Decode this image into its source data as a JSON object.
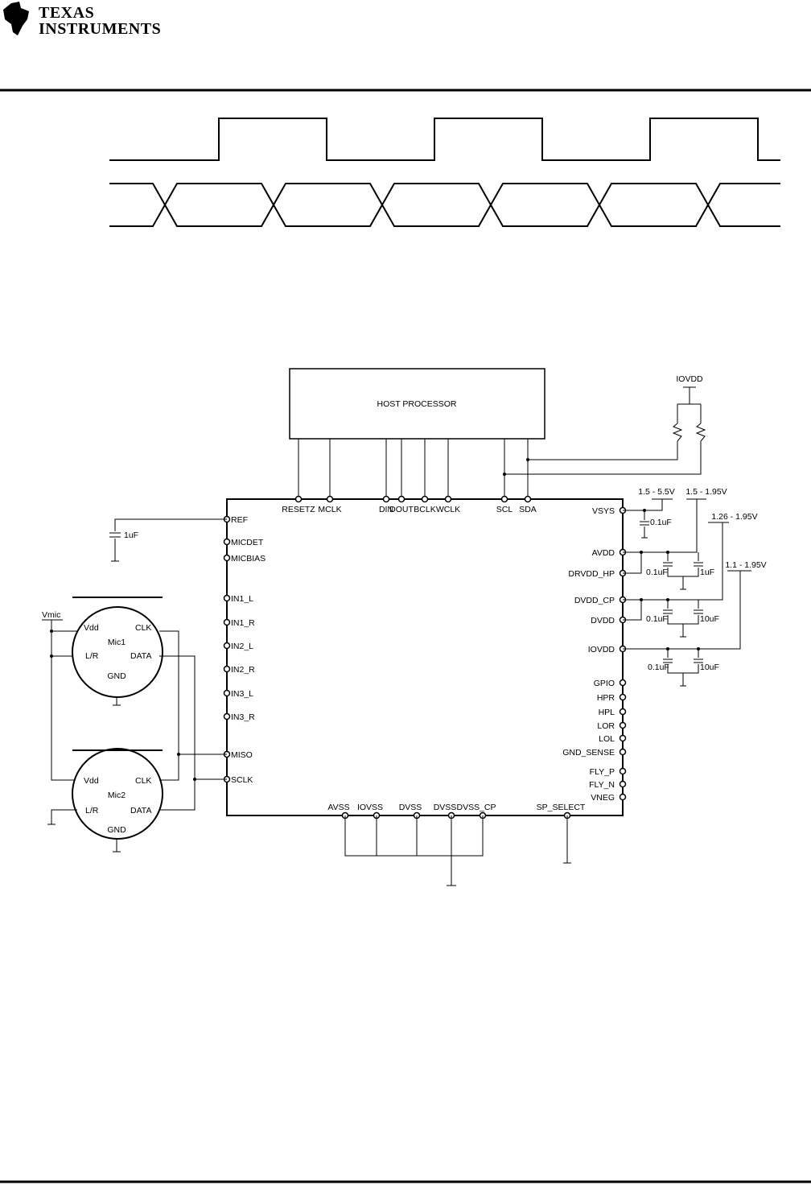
{
  "header": {
    "logo_line1": "Texas",
    "logo_line2": "Instruments"
  },
  "diagram": {
    "host_label": "HOST PROCESSOR",
    "iovdd_supply": "IOVDD",
    "top_pins": [
      "RESETZ",
      "MCLK",
      "DIN",
      "DOUT",
      "BCLK",
      "WCLK",
      "SCL",
      "SDA"
    ],
    "left_pins": [
      "REF",
      "MICDET",
      "MICBIAS",
      "IN1_L",
      "IN1_R",
      "IN2_L",
      "IN2_R",
      "IN3_L",
      "IN3_R",
      "MISO",
      "SCLK"
    ],
    "right_pins": [
      "VSYS",
      "AVDD",
      "DRVDD_HP",
      "DVDD_CP",
      "DVDD",
      "IOVDD",
      "GPIO",
      "HPR",
      "HPL",
      "LOR",
      "LOL",
      "GND_SENSE",
      "FLY_P",
      "FLY_N",
      "VNEG"
    ],
    "bottom_pins": [
      "AVSS",
      "IOVSS",
      "DVSS",
      "DVSS",
      "DVSS_CP",
      "SP_SELECT"
    ],
    "supplies": [
      "1.5 - 5.5V",
      "1.5 - 1.95V",
      "1.26 - 1.95V",
      "1.1 - 1.95V"
    ],
    "caps": {
      "ref": "1uF",
      "vsys": "0.1uF",
      "avdd_a": "0.1uF",
      "avdd_b": "1uF",
      "dvdd_a": "0.1uF",
      "dvdd_b": "10uF",
      "iovdd_a": "0.1uF",
      "iovdd_b": "10uF"
    },
    "vmic": "Vmic",
    "mic1": {
      "name": "Mic1",
      "vdd": "Vdd",
      "clk": "CLK",
      "lr": "L/R",
      "data": "DATA",
      "gnd": "GND"
    },
    "mic2": {
      "name": "Mic2",
      "vdd": "Vdd",
      "clk": "CLK",
      "lr": "L/R",
      "data": "DATA",
      "gnd": "GND"
    }
  }
}
